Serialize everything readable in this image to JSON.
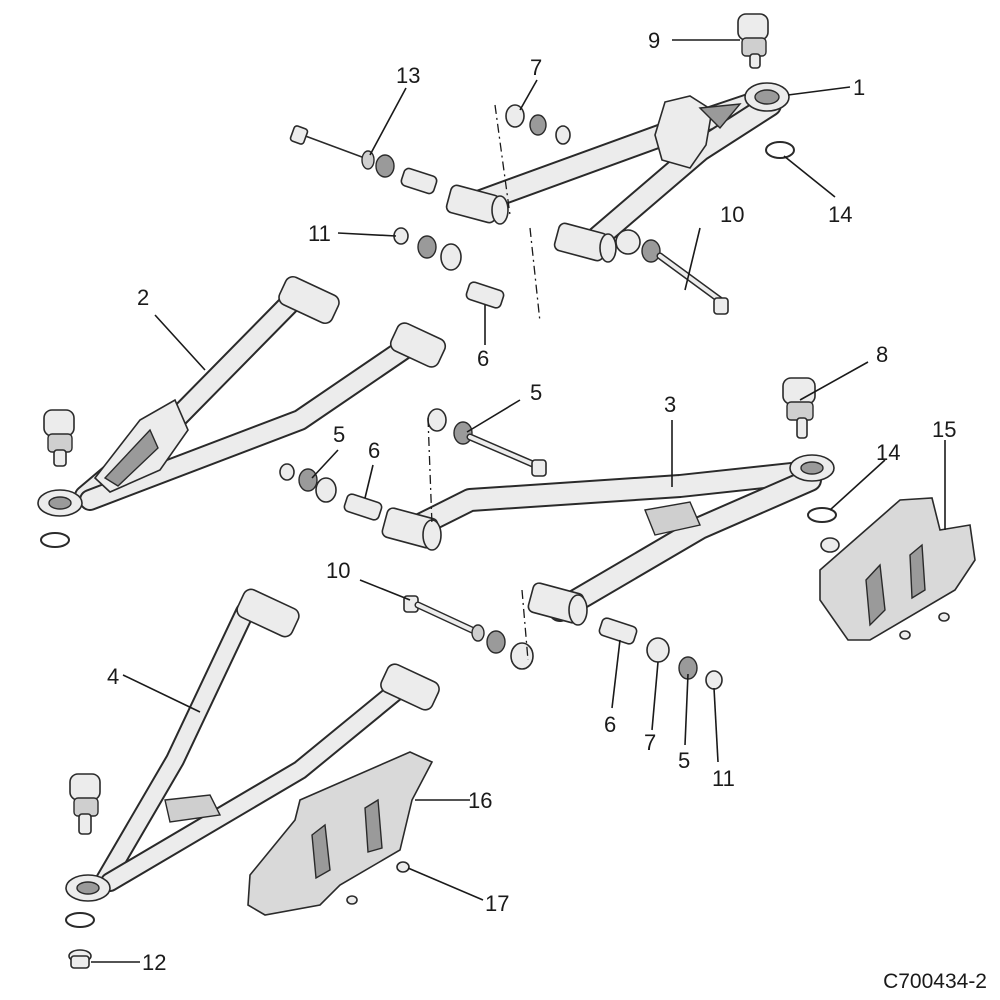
{
  "drawing_code": "C700434-2",
  "callouts": {
    "c1": "1",
    "c2": "2",
    "c3": "3",
    "c4": "4",
    "c5a": "5",
    "c5b": "5",
    "c5c": "5",
    "c6a": "6",
    "c6b": "6",
    "c6c": "6",
    "c7a": "7",
    "c7b": "7",
    "c8": "8",
    "c9": "9",
    "c10a": "10",
    "c10b": "10",
    "c11a": "11",
    "c11b": "11",
    "c12": "12",
    "c13": "13",
    "c14a": "14",
    "c14b": "14",
    "c15": "15",
    "c16": "16",
    "c17": "17"
  },
  "colors": {
    "line": "#2a2a2a",
    "part_fill": "#ececec",
    "shadow_fill": "#9a9a9a",
    "background": "#ffffff"
  }
}
